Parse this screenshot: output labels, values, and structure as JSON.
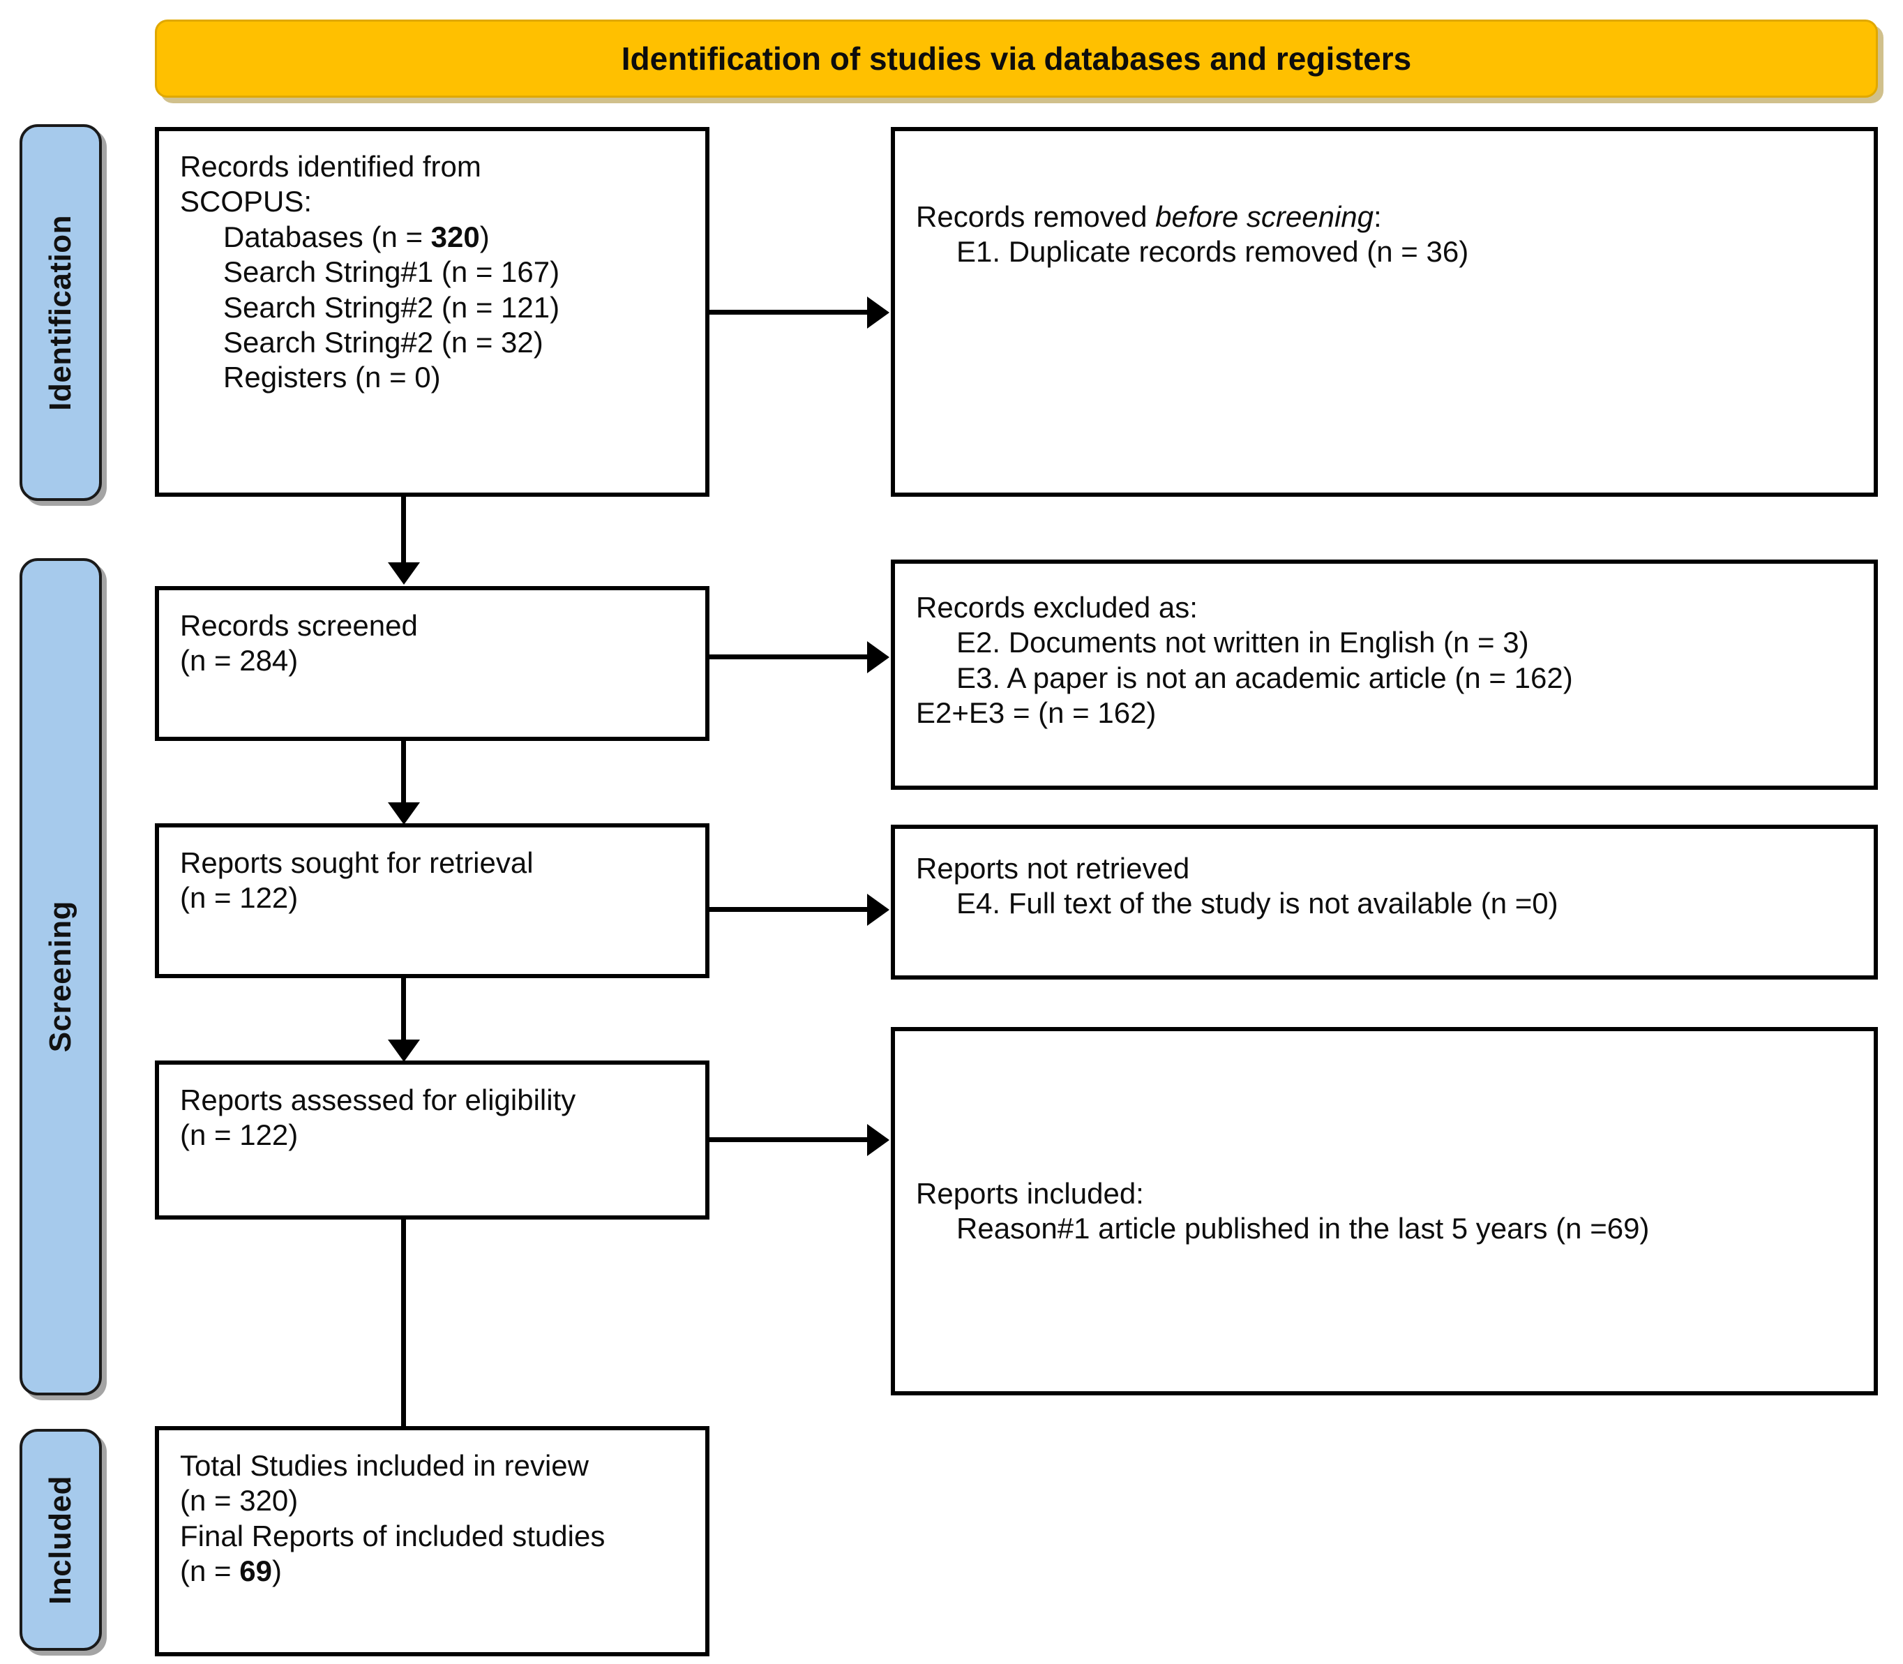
{
  "banner": {
    "title": "Identification of studies via databases and registers",
    "color": "#FFC000"
  },
  "stages": [
    {
      "label": "Identification"
    },
    {
      "label": "Screening"
    },
    {
      "label": "Included"
    }
  ],
  "boxes": {
    "identified": {
      "name": "records-identified-box",
      "lines": [
        "Records identified from",
        "SCOPUS:",
        "Databases (n = 320)",
        "Search String#1 (n = 167)",
        "Search String#2 (n = 121)",
        "Search String#2 (n = 32)",
        "Registers (n = 0)"
      ],
      "l1": "Records identified from",
      "l2": "SCOPUS:",
      "l3a": "Databases (n = ",
      "l3b": "320",
      "l3c": ")",
      "l4": "Search String#1 (n = 167)",
      "l5": "Search String#2 (n = 121)",
      "l6": "Search String#2 (n = 32)",
      "l7": "Registers (n = 0)"
    },
    "removed_before": {
      "name": "records-removed-box",
      "l1a": "Records removed ",
      "l1b": "before screening",
      "l1c": ":",
      "l2": "E1. Duplicate records removed (n = 36)"
    },
    "screened": {
      "name": "records-screened-box",
      "l1": "Records screened",
      "l2": "(n = 284)"
    },
    "excluded": {
      "name": "records-excluded-box",
      "l1": "Records excluded as:",
      "l2": "E2. Documents not written in English (n = 3)",
      "l3": "E3. A paper is not an academic article (n = 162)",
      "l4": "E2+E3 = (n = 162)"
    },
    "sought": {
      "name": "reports-sought-box",
      "l1": "Reports sought for retrieval",
      "l2": "(n = 122)"
    },
    "not_retrieved": {
      "name": "reports-not-retrieved-box",
      "l1": "Reports not retrieved",
      "l2": "E4. Full text of the study is not available (n =0)"
    },
    "assessed": {
      "name": "reports-assessed-box",
      "l1": "Reports assessed for eligibility",
      "l2": "(n = 122)"
    },
    "included_reports": {
      "name": "reports-included-box",
      "l1": "Reports included:",
      "l2": "Reason#1 article published in the last 5 years (n =69)"
    },
    "total_included": {
      "name": "total-studies-included-box",
      "l1": "Total Studies included in review",
      "l2": "(n = 320)",
      "l3": "Final Reports of included studies",
      "l4a": "(n = ",
      "l4b": "69",
      "l4c": ")"
    }
  },
  "chart_data": {
    "type": "diagram",
    "title": "PRISMA 2020 flow diagram",
    "flow": [
      {
        "stage": "Identification",
        "node": "Records identified from SCOPUS",
        "n": 320,
        "detail": {
          "Databases": 320,
          "Search String#1": 167,
          "Search String#2 (a)": 121,
          "Search String#2 (b)": 32,
          "Registers": 0
        },
        "excluded_node": "Records removed before screening",
        "excluded": {
          "E1. Duplicate records removed": 36
        }
      },
      {
        "stage": "Screening",
        "node": "Records screened",
        "n": 284,
        "excluded_node": "Records excluded as",
        "excluded": {
          "E2. Documents not written in English": 3,
          "E3. A paper is not an academic article": 162,
          "E2+E3": 162
        }
      },
      {
        "stage": "Screening",
        "node": "Reports sought for retrieval",
        "n": 122,
        "excluded_node": "Reports not retrieved",
        "excluded": {
          "E4. Full text of the study is not available": 0
        }
      },
      {
        "stage": "Screening",
        "node": "Reports assessed for eligibility",
        "n": 122,
        "excluded_node": "Reports included",
        "excluded": {
          "Reason#1 article published in the last 5 years": 69
        }
      },
      {
        "stage": "Included",
        "node": "Total Studies included in review",
        "n": 320,
        "node2": "Final Reports of included studies",
        "n2": 69
      }
    ]
  }
}
